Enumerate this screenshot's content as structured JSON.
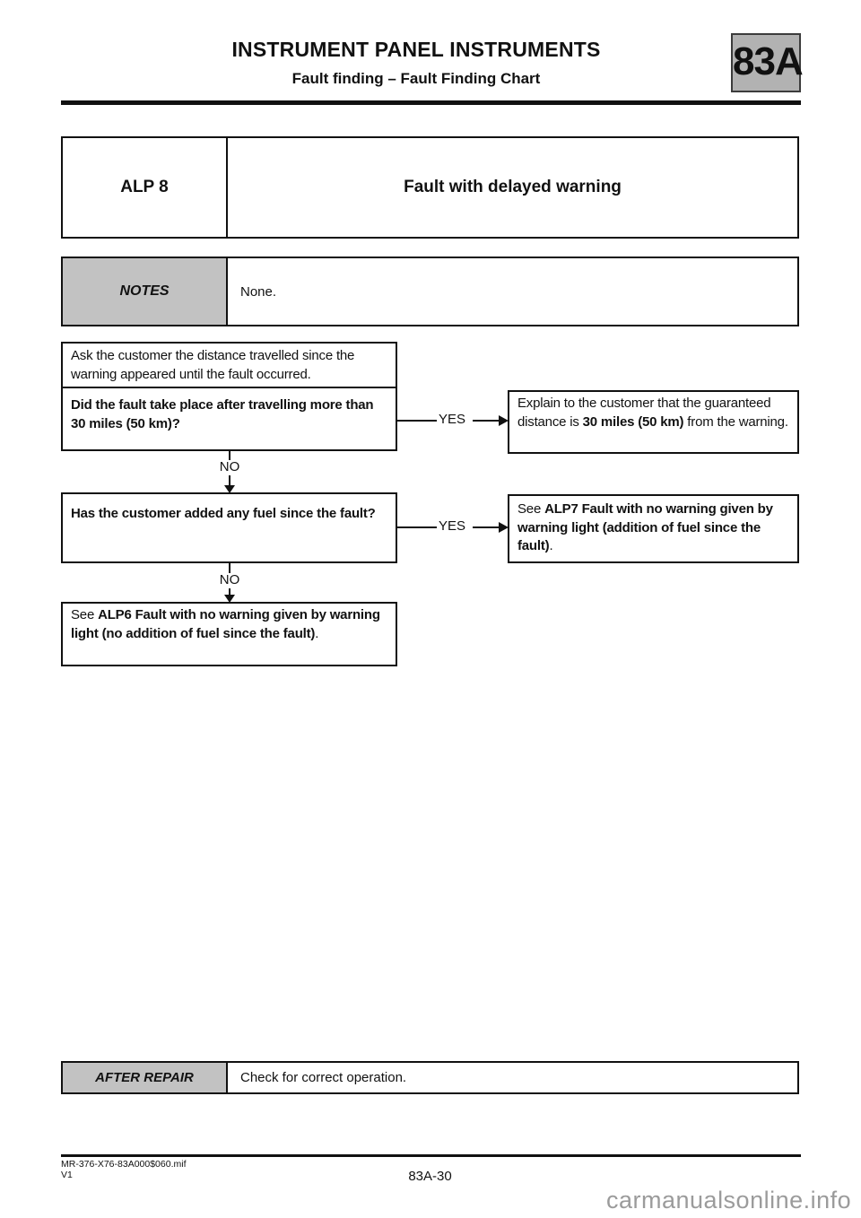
{
  "header": {
    "title": "INSTRUMENT PANEL INSTRUMENTS",
    "subtitle": "Fault finding – Fault Finding Chart",
    "section_code": "83A"
  },
  "alp_table": {
    "code": "ALP 8",
    "title": "Fault with delayed warning"
  },
  "notes": {
    "label": "NOTES",
    "value": "None."
  },
  "flowchart": {
    "intro_box": "Ask the customer the distance travelled since the warning appeared until the fault occurred.",
    "question1": "Did the fault take place after travelling more than 30 miles (50 km)?",
    "question2": "Has the customer added any fuel since the fault?",
    "yes_label": "YES",
    "no_label": "NO",
    "explain_box": {
      "pre": "Explain to the customer that the guaranteed distance is ",
      "bold": "30 miles (50 km)",
      "post": " from the warning."
    },
    "alp7_box": {
      "pre": "See ",
      "bold": "ALP7 Fault with no warning given by warning light (addition of fuel since the fault)",
      "post": "."
    },
    "alp6_box": {
      "pre": "See ",
      "bold": "ALP6 Fault with no warning given by warning light (no addition of fuel since the fault)",
      "post": "."
    }
  },
  "after_repair": {
    "label": "AFTER REPAIR",
    "value": "Check for correct operation."
  },
  "footer": {
    "file_ref": "MR-376-X76-83A000$060.mif",
    "version": "V1",
    "page_number": "83A-30",
    "watermark": "carmanualsonline.info"
  },
  "colors": {
    "cell_gray": "#c2c2c2",
    "badge_gray": "#b2b2b2",
    "line_black": "#111111",
    "watermark_gray": "#9b9b9b"
  }
}
